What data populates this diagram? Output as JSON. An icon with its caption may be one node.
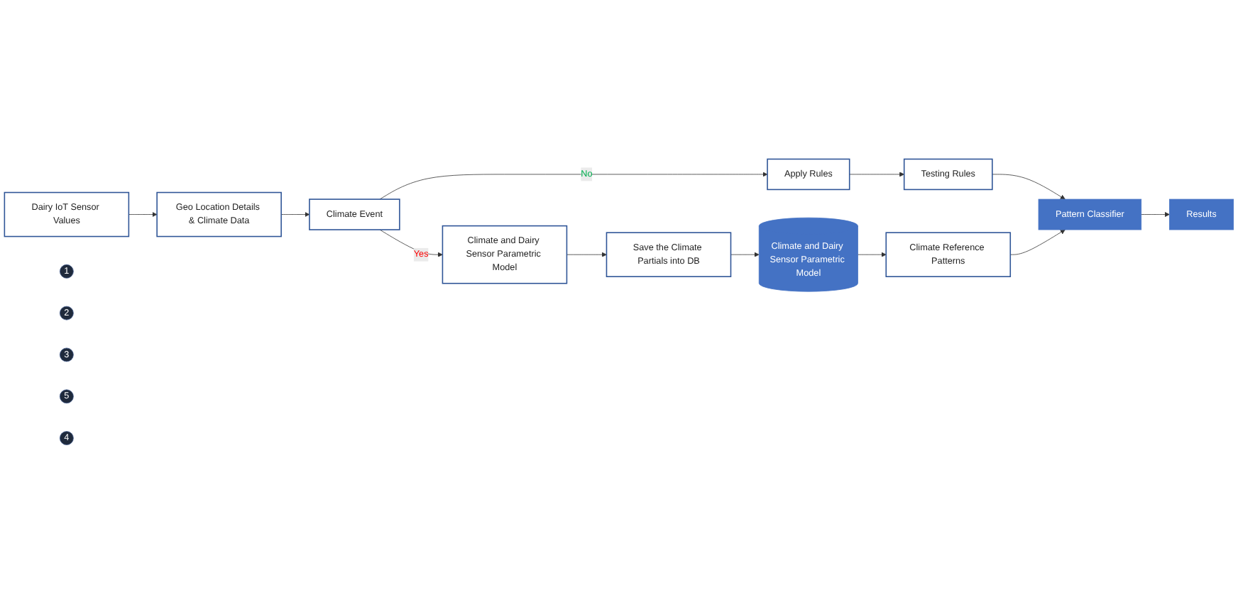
{
  "diagram": {
    "nodes": [
      {
        "text": [
          "Dairy IoT Sensor Values"
        ]
      },
      {
        "text": [
          "1"
        ]
      },
      {
        "text": [
          "Geo Location Details & Climate Data"
        ]
      },
      {
        "text": [
          "2"
        ]
      },
      {
        "text": [
          "3"
        ]
      },
      {
        "text": [
          "Climate Event"
        ]
      },
      {
        "text": [
          "Climate and Dairy Sensor Parametric Model"
        ]
      },
      {
        "text": [
          "5"
        ]
      },
      {
        "text": [
          "Save the Climate Partials into DB"
        ]
      },
      {
        "text": [
          "Climate and Dairy Sensor Parametric Model"
        ]
      },
      {
        "text": [
          "4"
        ]
      },
      {
        "text": [
          "Apply Rules"
        ]
      },
      {
        "text": [
          "Testing Rules"
        ]
      },
      {
        "text": [
          "Climate Reference Patterns"
        ]
      },
      {
        "text": [
          "Pattern Classifier"
        ]
      },
      {
        "text": [
          "Results"
        ]
      }
    ],
    "edges": [
      {
        "from": 0,
        "to": 2,
        "arrow": "to"
      },
      {
        "from": 2,
        "to": 5,
        "arrow": "to"
      },
      {
        "from": 5,
        "to": 6,
        "arrow": "to",
        "label": "Yes"
      },
      {
        "from": 5,
        "to": 11,
        "arrow": "to",
        "label": "No"
      },
      {
        "from": 6,
        "to": 8,
        "arrow": "to"
      },
      {
        "from": 8,
        "to": 9,
        "arrow": "to"
      },
      {
        "from": 11,
        "to": 12,
        "arrow": "to"
      },
      {
        "from": 9,
        "to": 13,
        "arrow": "to"
      },
      {
        "from": 12,
        "to": 14,
        "arrow": "to"
      },
      {
        "from": 13,
        "to": 14,
        "arrow": "to"
      },
      {
        "from": 14,
        "to": 15,
        "arrow": "to"
      }
    ]
  }
}
